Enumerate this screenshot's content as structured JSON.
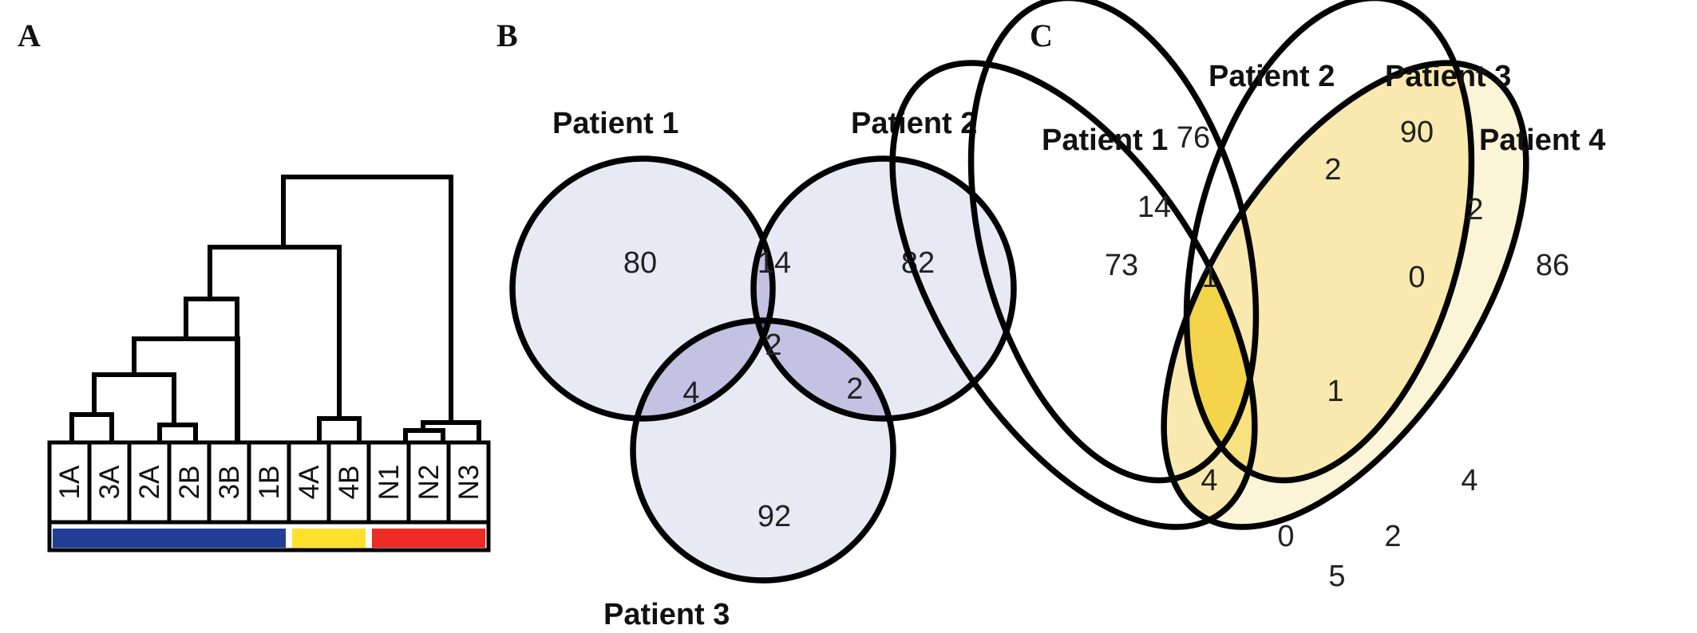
{
  "panel_labels": {
    "a": "A",
    "b": "B",
    "c": "C"
  },
  "dendrogram": {
    "leaves": [
      "1A",
      "3A",
      "2A",
      "2B",
      "3B",
      "1B",
      "4A",
      "4B",
      "N1",
      "N2",
      "N3"
    ],
    "groups": [
      {
        "color": "#213E97",
        "span": [
          0,
          5
        ]
      },
      {
        "color": "#FFE12D",
        "span": [
          6,
          7
        ]
      },
      {
        "color": "#EE2A24",
        "span": [
          8,
          10
        ]
      }
    ]
  },
  "venn3": {
    "titles": {
      "p1": "Patient 1",
      "p2": "Patient 2",
      "p3": "Patient 3"
    },
    "counts": {
      "only_1": "80",
      "only_2": "82",
      "only_3": "92",
      "p1_p2": "14",
      "p1_p3": "4",
      "p2_p3": "2",
      "all": "2"
    },
    "colors": {
      "single": "#E9E8F5",
      "pair": "#C5C1E2",
      "triple": "#6562AE"
    }
  },
  "venn4": {
    "titles": {
      "p1": "Patient 1",
      "p2": "Patient 2",
      "p3": "Patient 3",
      "p4": "Patient 4"
    },
    "counts": {
      "only_1": "73",
      "only_2": "76",
      "only_3": "90",
      "only_4": "86",
      "p1_p2": "14",
      "p2_p3": "2",
      "p3_p4": "2",
      "p1_p4": "5",
      "p1_p3": "4",
      "p2_p4": "4",
      "p1_p2_p3": "1",
      "p2_p3_p4": "0",
      "p1_p2_p4": "0",
      "p1_p3_p4": "2",
      "all": "1"
    },
    "colors": {
      "level1": "#FCF4D6",
      "level2": "#F9E9AE",
      "level3": "#F7E07E",
      "level4": "#F3D44A"
    }
  }
}
